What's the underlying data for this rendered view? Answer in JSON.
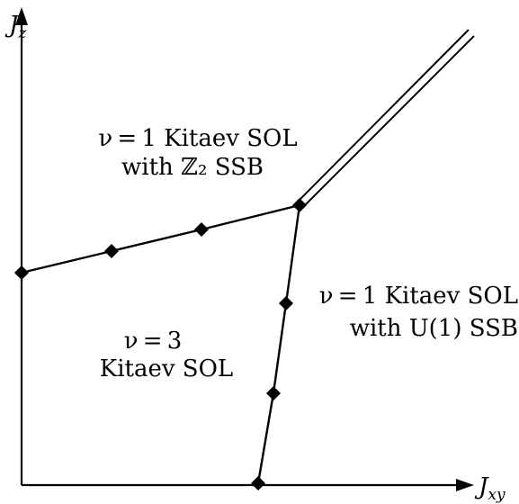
{
  "axes": {
    "y_label": "J",
    "y_label_sub": "z",
    "x_label": "J",
    "x_label_sub": "xy"
  },
  "phases": {
    "top": {
      "line1": "ν = 1 Kitaev SOL",
      "line2": "with ℤ₂ SSB"
    },
    "right": {
      "line1": "ν = 1 Kitaev SOL",
      "line2": "with U(1) SSB"
    },
    "center": {
      "line1": "ν = 3",
      "line2": "Kitaev SOL"
    }
  },
  "colors": {
    "line": "#000000",
    "background": "#ffffff"
  }
}
